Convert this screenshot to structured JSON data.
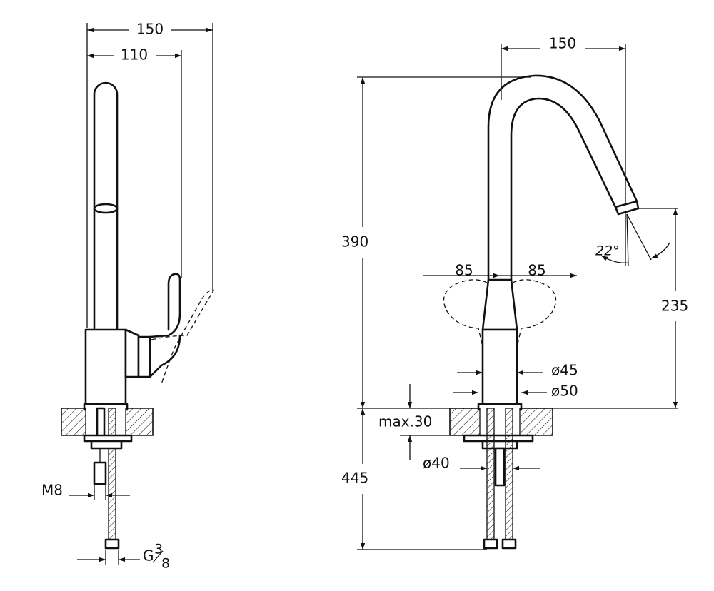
{
  "side_view": {
    "overall_depth": "150",
    "spout_depth": "110",
    "thread_label": "M8",
    "connection_label": "G",
    "connection_fraction_num": "3",
    "connection_fraction_den": "8"
  },
  "front_view": {
    "spout_reach": "150",
    "total_height": "390",
    "outlet_height": "235",
    "spout_angle": "22°",
    "handle_left": "85",
    "handle_right": "85",
    "body_diameter": "ø45",
    "base_diameter": "ø50",
    "max_deck_thickness": "max.30",
    "hole_diameter": "ø40",
    "hose_length": "445"
  }
}
